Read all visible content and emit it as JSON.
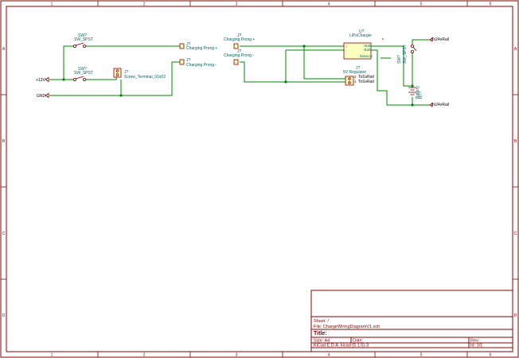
{
  "border": {
    "columns": [
      "1",
      "2",
      "3",
      "4",
      "5",
      "6"
    ],
    "rows": [
      "A",
      "B",
      "C",
      "D"
    ]
  },
  "components": {
    "sw_top": {
      "ref": "SW?",
      "value": "SW_SPST"
    },
    "sw_mid": {
      "ref": "SW?",
      "value": "SW_SPST"
    },
    "sw_bat": {
      "ref": "SW?",
      "value": "SW_SPST"
    },
    "j7_screw": {
      "ref": "J?",
      "value": "Screw_Terminal_01x02"
    },
    "j_prong_plus_left": {
      "ref": "J?",
      "value": "Charging Prong +"
    },
    "j_prong_minus_left": {
      "ref": "J?",
      "value": "Charging Prong -"
    },
    "j_prong_plus_right": {
      "ref": "J?",
      "value": "Charging Prong +"
    },
    "j_prong_minus_right": {
      "ref": "J?",
      "value": "Charging Prong -"
    },
    "u_charger": {
      "ref": "U?",
      "value": "LiPoCharger",
      "pins": [
        "+",
        "-",
        "+Batt",
        "-Batt",
        "Balance"
      ]
    },
    "j_regulator": {
      "ref": "J?",
      "value": "5V Regulator",
      "pins": [
        "2",
        "1",
        "ToSvRail",
        "ToSvRail"
      ]
    },
    "bt_battery": {
      "ref": "BT?",
      "value": "Battery"
    }
  },
  "labels": {
    "plus12v": "+12V",
    "gnd": "GND",
    "rail_top": "To24vRail",
    "rail_bottom": "To24vRail"
  },
  "title_block": {
    "sheet": "Sheet: /",
    "file": "File: ChargeWiringDiagramV1.sch",
    "title_label": "Title:",
    "size": "Size: A4",
    "date": "Date:",
    "rev": "Rev:",
    "kicad": "KiCad E.D.A.  kicad (5.1.5)-3",
    "id": "Id: 1/1"
  }
}
